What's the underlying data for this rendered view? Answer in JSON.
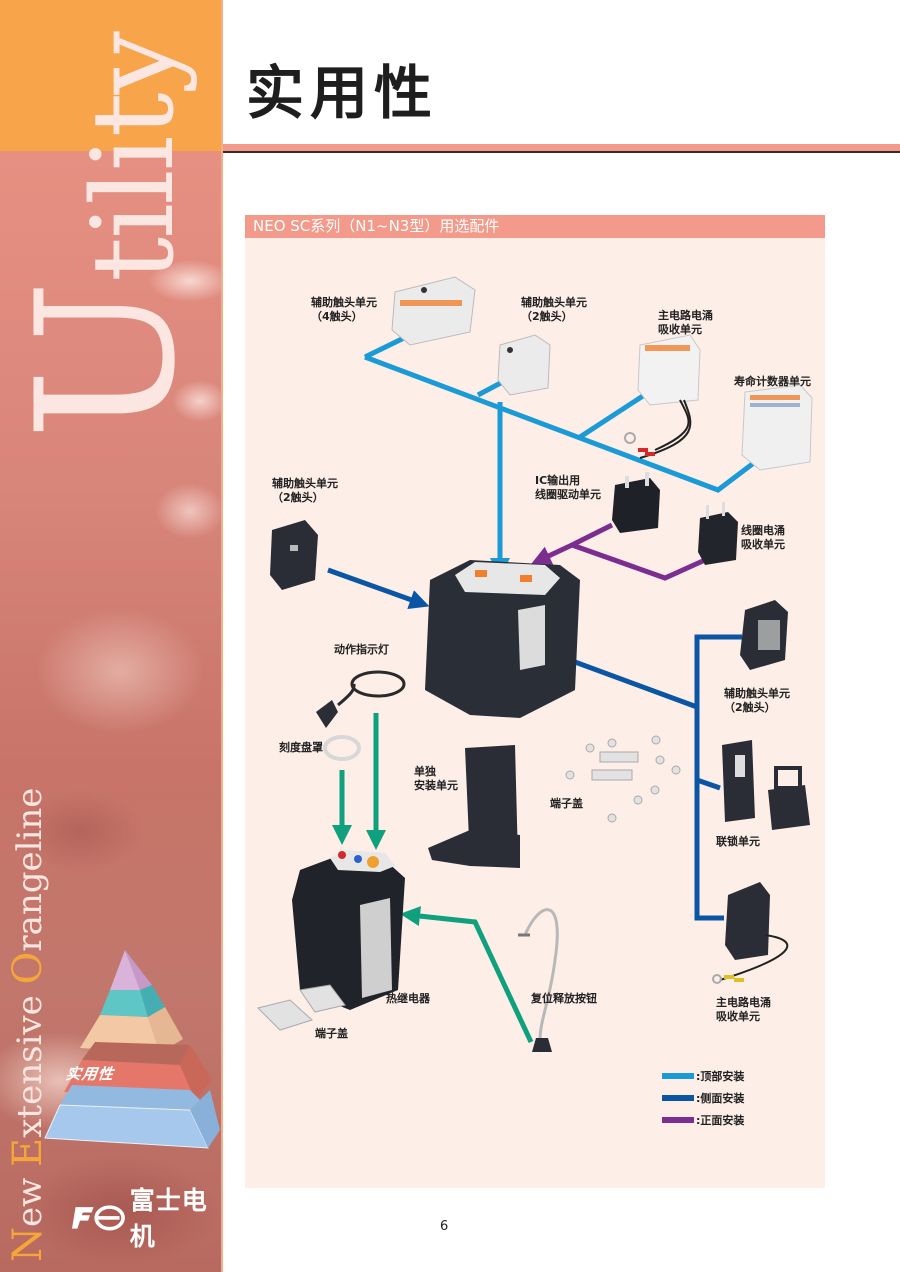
{
  "page": {
    "title": "实用性",
    "number": "6"
  },
  "sidebar": {
    "section_word_initial": "U",
    "section_word_rest": "tility",
    "tagline": [
      {
        "cap": "N",
        "rest": "ew "
      },
      {
        "cap": "E",
        "rest": "xtensive "
      },
      {
        "cap": "O",
        "rest": "rangeline"
      }
    ],
    "pyramid_label": "实用性",
    "logo_text": "富士电机"
  },
  "panel": {
    "title": "NEO SC系列（N1~N3型）用选配件",
    "labels": {
      "aux_contact_4": [
        "辅助触头单元",
        "（4触头）"
      ],
      "aux_contact_2_top": [
        "辅助触头单元",
        "（2触头）"
      ],
      "main_surge_top": [
        "主电路电涌",
        "吸收单元"
      ],
      "life_counter": [
        "寿命计数器单元"
      ],
      "aux_contact_2_left": [
        "辅助触头单元",
        "（2触头）"
      ],
      "ic_coil_drive": [
        "IC输出用",
        "线圈驱动单元"
      ],
      "coil_surge": [
        "线圈电涌",
        "吸收单元"
      ],
      "indicator_lamp": [
        "动作指示灯"
      ],
      "dial_cover": [
        "刻度盘罩"
      ],
      "standalone_mount": [
        "单独",
        "安装单元"
      ],
      "terminal_cover_mid": [
        "端子盖"
      ],
      "aux_contact_2_right": [
        "辅助触头单元",
        "（2触头）"
      ],
      "interlock": [
        "联锁单元"
      ],
      "thermal_relay": [
        "热继电器"
      ],
      "terminal_cover_low": [
        "端子盖"
      ],
      "reset_release": [
        "复位释放按钮"
      ],
      "main_surge_bottom": [
        "主电路电涌",
        "吸收单元"
      ]
    },
    "legend": [
      {
        "label": ":顶部安装",
        "color": "#1a9ad6"
      },
      {
        "label": ":侧面安装",
        "color": "#0b56a4"
      },
      {
        "label": ":正面安装",
        "color": "#7b2e8f"
      }
    ],
    "connector_colors": {
      "top": "#1a9ad6",
      "side": "#0b56a4",
      "front": "#7b2e8f",
      "overload": "#0fa07e"
    }
  }
}
